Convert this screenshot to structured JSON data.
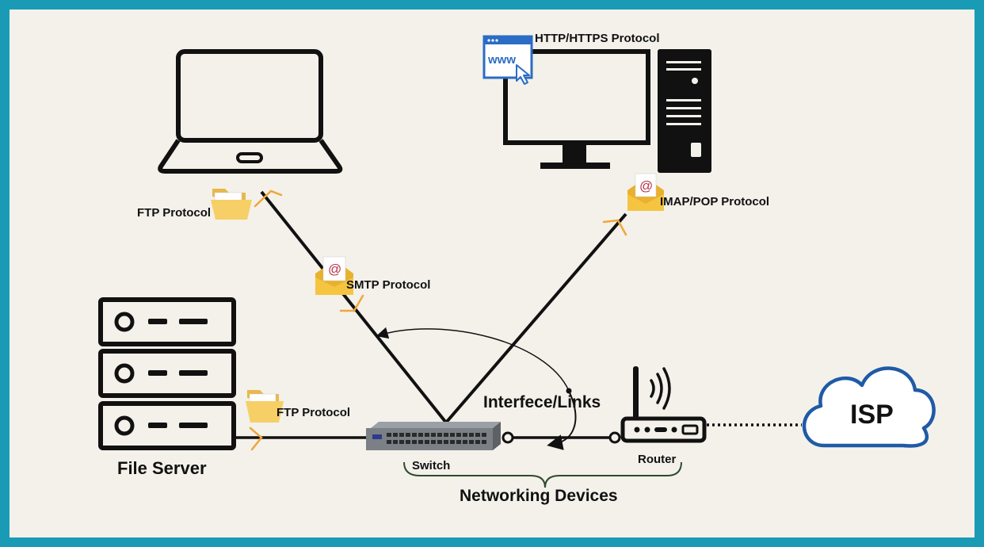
{
  "labels": {
    "http_protocol": "HTTP/HTTPS Protocol",
    "www": "www",
    "ftp_protocol_laptop": "FTP Protocol",
    "smtp_protocol": "SMTP Protocol",
    "imap_pop_protocol": "IMAP/POP Protocol",
    "ftp_protocol_server": "FTP Protocol",
    "interface_links": "Interfece/Links",
    "file_server": "File Server",
    "switch": "Switch",
    "router": "Router",
    "networking_devices": "Networking Devices",
    "isp": "ISP"
  },
  "colors": {
    "frame_border": "#1a9bb5",
    "background": "#f3f1ea",
    "device": "#111111",
    "cloud": "#1f5aa6",
    "folder": "#f5c75a",
    "envelope": "#f2b632",
    "arrow_orange": "#f0a63a",
    "www_blue": "#2b6cc4"
  },
  "icons": {
    "laptop": "laptop-icon",
    "desktop": "desktop-computer-icon",
    "server": "file-server-icon",
    "switch": "network-switch-icon",
    "router": "wifi-router-icon",
    "cloud": "cloud-icon",
    "folder": "folder-icon",
    "email": "email-envelope-icon",
    "browser": "browser-www-icon"
  }
}
